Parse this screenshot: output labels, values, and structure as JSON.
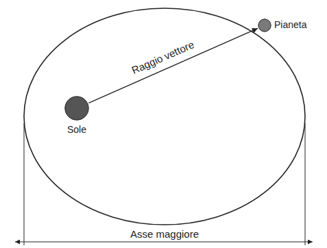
{
  "diagram": {
    "nodes": [
      {
        "text": [
          "Sole"
        ]
      },
      {
        "text": [
          "Pianeta"
        ]
      }
    ],
    "edges": [
      {
        "from": 0,
        "to": 1,
        "label": "Raggio vettore",
        "arrow": "to"
      }
    ],
    "labels": [
      "Asse maggiore"
    ]
  }
}
